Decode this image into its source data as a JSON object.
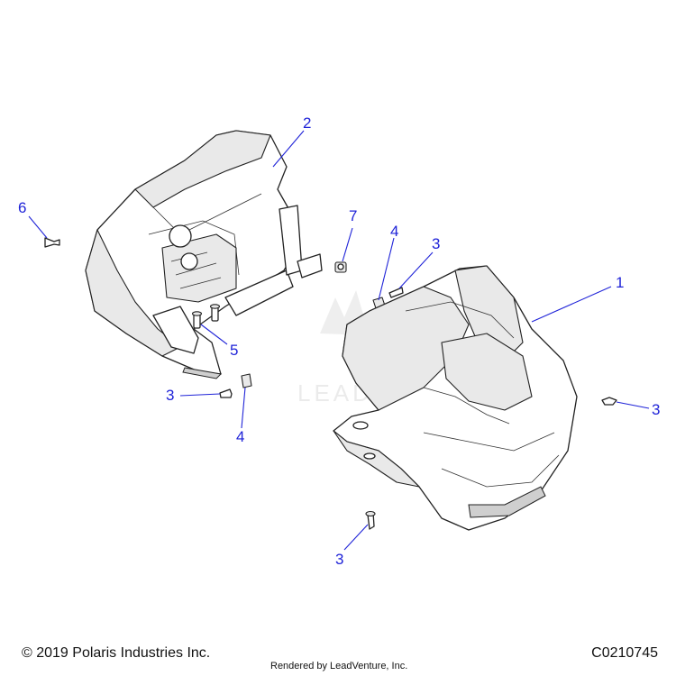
{
  "callouts": [
    {
      "id": "c1",
      "label": "1"
    },
    {
      "id": "c2",
      "label": "2"
    },
    {
      "id": "c3a",
      "label": "3"
    },
    {
      "id": "c3b",
      "label": "3"
    },
    {
      "id": "c3c",
      "label": "3"
    },
    {
      "id": "c3d",
      "label": "3"
    },
    {
      "id": "c4a",
      "label": "4"
    },
    {
      "id": "c4b",
      "label": "4"
    },
    {
      "id": "c5",
      "label": "5"
    },
    {
      "id": "c6",
      "label": "6"
    },
    {
      "id": "c7",
      "label": "7"
    }
  ],
  "watermark": "LEADVENTURE",
  "footer": {
    "copyright": "© 2019 Polaris Industries Inc.",
    "rendered_by": "Rendered by LeadVenture, Inc.",
    "drawing_id": "C0210745"
  },
  "colors": {
    "callout": "#1f23d8",
    "line": "#222222",
    "shade": "#e9e9e9"
  }
}
